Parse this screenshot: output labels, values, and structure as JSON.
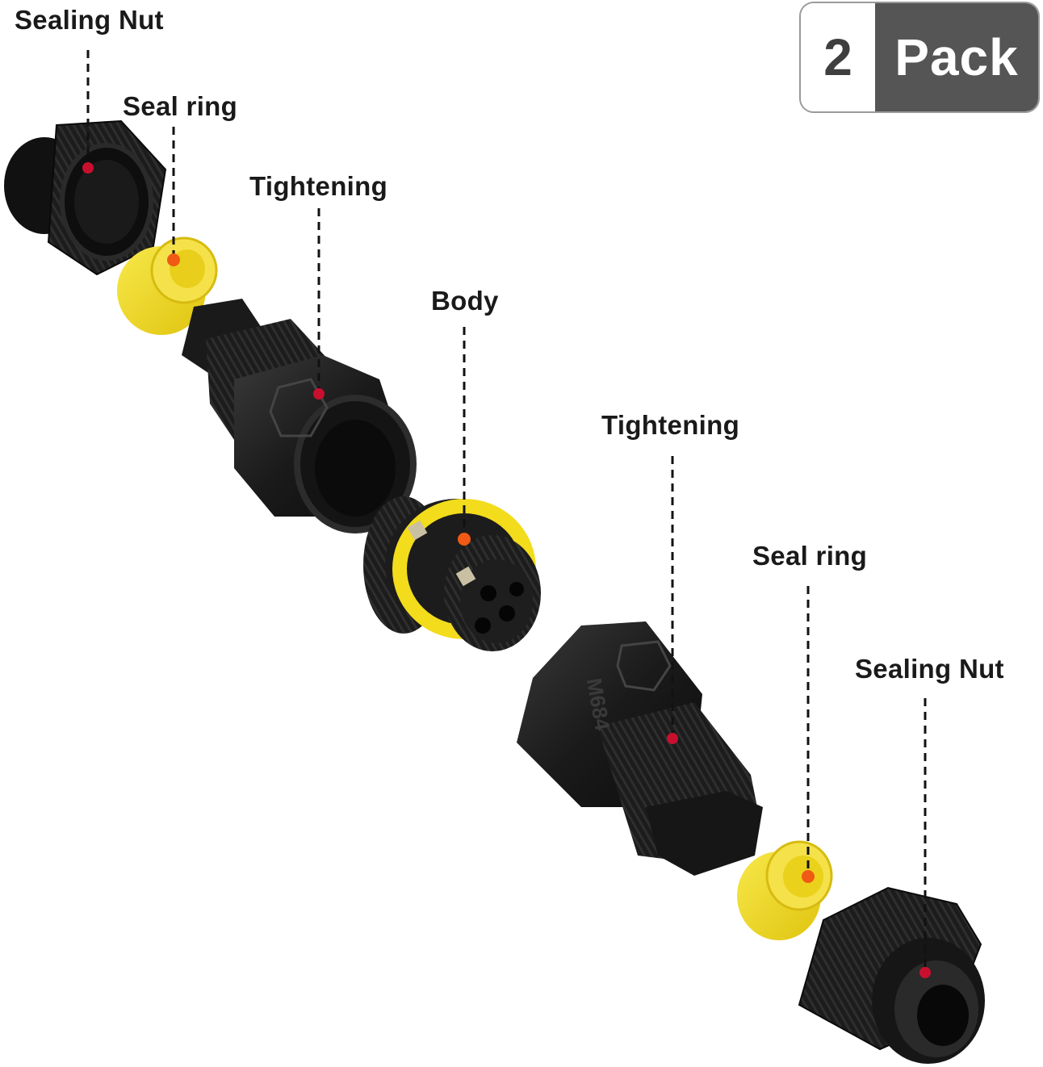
{
  "badge": {
    "count": "2",
    "word": "Pack"
  },
  "labels": {
    "sealing_nut_top": "Sealing Nut",
    "seal_ring_top": "Seal ring",
    "tightening_top": "Tightening",
    "body": "Body",
    "tightening_bottom": "Tightening",
    "seal_ring_bottom": "Seal ring",
    "sealing_nut_bottom": "Sealing Nut"
  },
  "product_marking": "M684",
  "colors": {
    "part_black": "#1c1c1c",
    "seal_yellow": "#f2dc1c",
    "marker_red": "#c8102e",
    "marker_orange": "#f05a14",
    "badge_dark": "#555555"
  }
}
